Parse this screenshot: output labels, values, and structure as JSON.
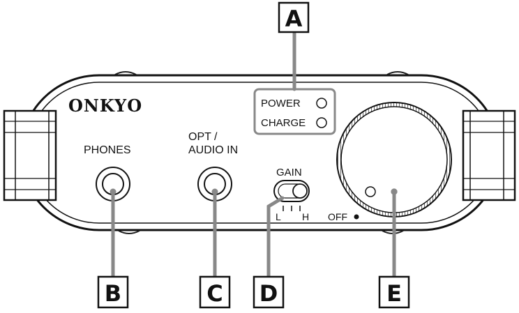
{
  "device": {
    "brand": "ONKYO",
    "power_label": "POWER",
    "charge_label": "CHARGE",
    "phones_label": "PHONES",
    "opt_label_line1": "OPT /",
    "opt_label_line2": "AUDIO IN",
    "gain_label": "GAIN",
    "gain_low": "L",
    "gain_high": "H",
    "off_label": "OFF"
  },
  "callouts": {
    "a": "A",
    "b": "B",
    "c": "C",
    "d": "D",
    "e": "E"
  }
}
